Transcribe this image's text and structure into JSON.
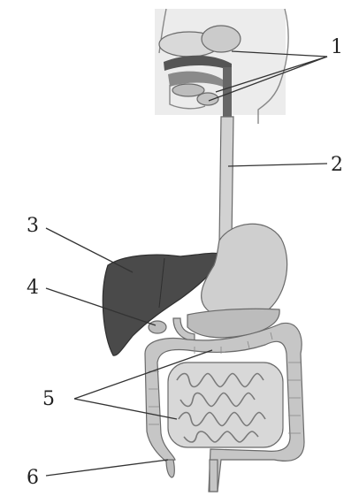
{
  "labels": {
    "l1": "1",
    "l2": "2",
    "l3": "3",
    "l4": "4",
    "l5": "5",
    "l6": "6"
  },
  "colors": {
    "liver": "#4a4a4a",
    "stomach": "#cfcfcf",
    "large_intestine": "#c6c6c6",
    "small_intestine": "#d8d8d8",
    "esophagus": "#d2d2d2",
    "pancreas": "#bcbcbc",
    "head_background": "#ececec"
  }
}
